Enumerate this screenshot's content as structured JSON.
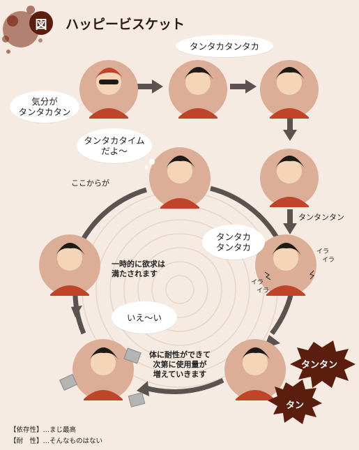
{
  "header": {
    "badge": "図",
    "title": "ハッピービスケット"
  },
  "bubbles": {
    "tantaka_top": "タンタカタンタカ",
    "kibunga": "気分が",
    "kibunga_line2": "タンタカタン",
    "tantaka_time_line1": "タンタカタイム",
    "tantaka_time_line2": "だよ～",
    "tantaka_mid_line1": "タンタカ",
    "tantaka_mid_line2": "タンタカ",
    "iee": "いえ～い"
  },
  "labels": {
    "kokokara": "ここからが",
    "tantantan": "タンタンタン",
    "satisfied_line1": "一時的に欲求は",
    "satisfied_line2": "満たされます",
    "tolerance_line1": "体に耐性ができて",
    "tolerance_line2": "次第に使用量が",
    "tolerance_line3": "増えていきます",
    "ira1": "イラ",
    "ira2": "イラ",
    "ira3": "イラ",
    "ira4": "イラ"
  },
  "bursts": {
    "tantan": "タンタン",
    "tan": "タン"
  },
  "legend": {
    "line1": "【依存性】…まじ最高",
    "line2": "【耐　性】…そんなものはない"
  },
  "colors": {
    "background": "#f6ebe2",
    "circle": "#dcae98",
    "arrow": "#5a5350",
    "shirt": "#c0442a",
    "hair": "#1e1a17",
    "skin": "#f5d5b8",
    "burst": "#5b1e0e"
  }
}
